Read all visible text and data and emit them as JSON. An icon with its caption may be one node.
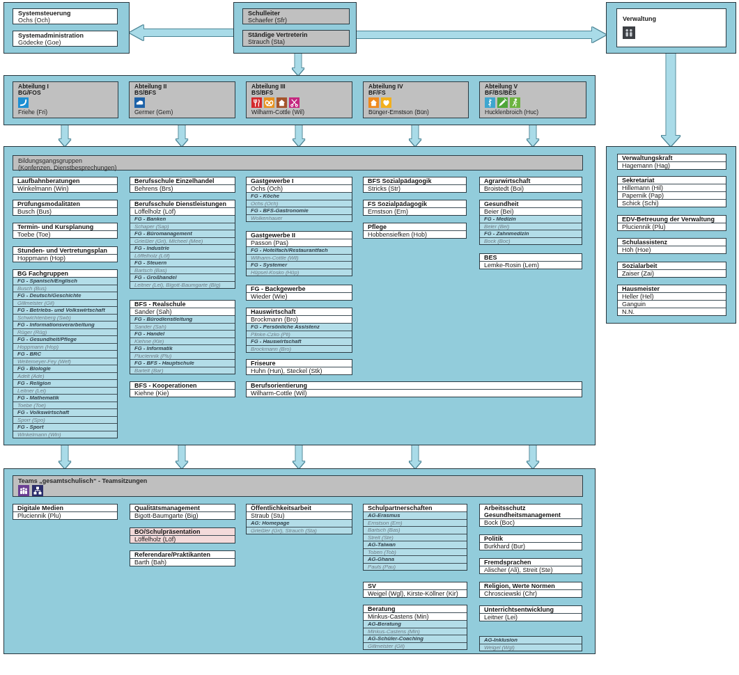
{
  "diagram": {
    "nodes": [
      {
        "text": [],
        "shape": "box"
      },
      {
        "text": [
          "Systemsteuerung",
          "Ochs (Och)"
        ],
        "in": 0
      },
      {
        "text": [
          "Systemadministration",
          "Gödecke (Goe)"
        ],
        "in": 0
      },
      {
        "text": [],
        "shape": "box"
      },
      {
        "text": [
          "Schulleiter",
          "Schaefer (Sfr)"
        ],
        "in": 3
      },
      {
        "text": [
          "Ständige Vertreterin",
          "Strauch (Sta)"
        ],
        "in": 3
      },
      {
        "text": [],
        "shape": "box"
      },
      {
        "text": [
          "Verwaltung"
        ],
        "in": 6
      },
      {
        "text": [],
        "shape": "box"
      },
      {
        "text": [
          "Abteilung I",
          "BG/FOS",
          "Friehe (Fri)"
        ],
        "in": 8
      },
      {
        "text": [
          "Abteilung II",
          "BS/BFS",
          "Germer (Gem)"
        ],
        "in": 8
      },
      {
        "text": [
          "Abteilung III",
          "BS/BFS",
          "Wilharm-Cottle (Wil)"
        ],
        "in": 8
      },
      {
        "text": [
          "Abteilung IV",
          "BF/FS",
          "Bünger-Ernstson (Bün)"
        ],
        "in": 8
      },
      {
        "text": [
          "Abteilung V",
          "BF/BS/BES",
          "Hucklenbroich (Huc)"
        ],
        "in": 8
      },
      {
        "text": [],
        "shape": "box"
      },
      {
        "text": [
          "Bildungsgangsgruppen",
          "(Konfenzen, Dienstbesprechungen)"
        ],
        "in": 14
      },
      {
        "text": [
          "Laufbahnberatungen",
          "Winkelmann (Win)"
        ],
        "in": 14
      },
      {
        "text": [
          "Prüfungsmodalitäten",
          "Busch (Bus)"
        ],
        "in": 14
      },
      {
        "text": [
          "Termin- und Kursplanung",
          "Toebe (Toe)"
        ],
        "in": 14
      },
      {
        "text": [
          "Stunden- und Vertretungsplan",
          "Hoppmann (Hop)"
        ],
        "in": 14
      },
      {
        "text": [
          "BG Fachgruppen"
        ],
        "in": 14
      },
      {
        "text": [
          "FG - Spanisch/Englisch",
          "Busch (Bus)"
        ],
        "in": 20
      },
      {
        "text": [
          "FG - Deutsch/Geschichte",
          "Gillmeister (Gil)"
        ],
        "in": 20
      },
      {
        "text": [
          "FG - Betriebs- und Volkswirtschaft",
          "Schwichtenberg (Swb)"
        ],
        "in": 20
      },
      {
        "text": [
          "FG - Informationsverarbeitung",
          "Rüger (Rüg)"
        ],
        "in": 20
      },
      {
        "text": [
          "FG - Gesundheit/Pflege",
          "Hoppmann (Hop)"
        ],
        "in": 20
      },
      {
        "text": [
          "FG - BRC",
          "Weitemeyer-Fey (Wef)"
        ],
        "in": 20
      },
      {
        "text": [
          "FG - Biologie",
          "Adelt (Ade)"
        ],
        "in": 20
      },
      {
        "text": [
          "FG - Religion",
          "Leitner (Lei)"
        ],
        "in": 20
      },
      {
        "text": [
          "FG - Mathematik",
          "Toebe (Toe)"
        ],
        "in": 20
      },
      {
        "text": [
          "FG - Volkswirtschaft",
          "Sporr (Spo)"
        ],
        "in": 20
      },
      {
        "text": [
          "FG - Sport",
          "Winkelmann (Win)"
        ],
        "in": 20
      },
      {
        "text": [
          "Berufsschule Einzelhandel",
          "Behrens (Brs)"
        ],
        "in": 14
      },
      {
        "text": [
          "Berufsschule Dienstleistungen",
          "Löffelholz (Löf)"
        ],
        "in": 14
      },
      {
        "text": [
          "FG - Banken",
          "Schaper (Sap)"
        ],
        "in": 33
      },
      {
        "text": [
          "FG - Büromanagement",
          "Grießler (Gri), Micheel (Mee)"
        ],
        "in": 33
      },
      {
        "text": [
          "FG - Industrie",
          "Löffelholz (Löf)"
        ],
        "in": 33
      },
      {
        "text": [
          "FG - Steuern",
          "Bartsch (Bas)"
        ],
        "in": 33
      },
      {
        "text": [
          "FG - Großhandel",
          "Leitner (Lei), Bigott-Baumgarte (Big)"
        ],
        "in": 33
      },
      {
        "text": [
          "BFS - Realschule",
          "Sander (Sah)"
        ],
        "in": 14
      },
      {
        "text": [
          "FG - Bürodienstleitung",
          "Sander (Sah)"
        ],
        "in": 39
      },
      {
        "text": [
          "FG - Handel",
          "Kiehne (Kie)"
        ],
        "in": 39
      },
      {
        "text": [
          "FG - Informatik",
          "Pluciennik (Plu)"
        ],
        "in": 39
      },
      {
        "text": [
          "FG - BFS - Hauptschule",
          "Bartelt (Bar)"
        ],
        "in": 39
      },
      {
        "text": [
          "BFS - Kooperationen",
          "Kiehne (Kie)"
        ],
        "in": 14
      },
      {
        "text": [
          "Gastgewerbe I",
          "Ochs (Och)"
        ],
        "in": 14
      },
      {
        "text": [
          "FG - Köche",
          "Ochs (Och)"
        ],
        "in": 45
      },
      {
        "text": [
          "FG - BFS-Gastronomie",
          "Wolkenhauer"
        ],
        "in": 45
      },
      {
        "text": [
          "Gastgewerbe II",
          "Passon (Pas)"
        ],
        "in": 14
      },
      {
        "text": [
          "FG - Hotelfach/Restaurantfach",
          "Wilharm-Cottle (Wil)"
        ],
        "in": 48
      },
      {
        "text": [
          "FG - Systemer",
          "Hüpsel-Kosko (Hüp)"
        ],
        "in": 48
      },
      {
        "text": [
          "FG - Backgewerbe",
          "Wieder (Wie)"
        ],
        "in": 14
      },
      {
        "text": [
          "Hauswirtschaft",
          "Brockmann (Bro)"
        ],
        "in": 14
      },
      {
        "text": [
          "FG - Persönliche Assistenz",
          "Plinke-Czko (Pli)"
        ],
        "in": 52
      },
      {
        "text": [
          "FG - Hauswirtschaft",
          "Brockmann (Bro)"
        ],
        "in": 52
      },
      {
        "text": [
          "Friseure",
          "Huhn (Hun), Steckel (Stk)"
        ],
        "in": 14
      },
      {
        "text": [
          "BFS Sozialpädagogik",
          "Stricks (Str)"
        ],
        "in": 14
      },
      {
        "text": [
          "FS Sozialpädagogik",
          "Ernstson (Ern)"
        ],
        "in": 14
      },
      {
        "text": [
          "Pflege",
          "Hobbensiefken (Hob)"
        ],
        "in": 14
      },
      {
        "text": [
          "Agrarwirtschaft",
          "Broistedt (Boi)"
        ],
        "in": 14
      },
      {
        "text": [
          "Gesundheit",
          "Beier (Bei)"
        ],
        "in": 14
      },
      {
        "text": [
          "FG - Medizin",
          "Beier (Bei)"
        ],
        "in": 60
      },
      {
        "text": [
          "FG - Zahnmedizin",
          "Bock (Boc)"
        ],
        "in": 60
      },
      {
        "text": [
          "BES",
          "Lemke-Rosin (Lem)"
        ],
        "in": 14
      },
      {
        "text": [
          "Berufsorientierung",
          "Wilharm-Cottle (Wil)"
        ],
        "in": 14
      },
      {
        "text": [],
        "shape": "box"
      },
      {
        "text": [
          "Verwaltungskraft",
          "Hagemann (Hag)"
        ],
        "in": 65
      },
      {
        "text": [
          "Sekretariat",
          "Hillemann (Hil)",
          "Papernik (Pap)",
          "Schick (Schi)"
        ],
        "in": 65
      },
      {
        "text": [
          "EDV-Betreuung der Verwaltung",
          "Pluciennik (Plu)"
        ],
        "in": 65
      },
      {
        "text": [
          "Schulassistenz",
          "Höh (Hoe)"
        ],
        "in": 65
      },
      {
        "text": [
          "Sozialarbeit",
          "Zaiser (Zai)"
        ],
        "in": 65
      },
      {
        "text": [
          "Hausmeister",
          "Heller (Hel)",
          "Ganguin",
          "N.N."
        ],
        "in": 65
      },
      {
        "text": [],
        "shape": "box"
      },
      {
        "text": [
          "Teams „gesamtschulisch“ - Teamsitzungen"
        ],
        "in": 72
      },
      {
        "text": [
          "Digitale Medien",
          "Pluciennik (Plu)"
        ],
        "in": 72
      },
      {
        "text": [
          "Qualitätsmanagement",
          "Bigott-Baumgarte (Big)"
        ],
        "in": 72
      },
      {
        "text": [
          "BO/Schulpräsentation",
          "Löffelholz (Löf)"
        ],
        "in": 72
      },
      {
        "text": [
          "Referendare/Praktikanten",
          "Barth (Bah)"
        ],
        "in": 72
      },
      {
        "text": [
          "Öffentlichkeitsarbeit",
          "Straub (Stu)"
        ],
        "in": 72
      },
      {
        "text": [
          "AG: Homepage",
          "Grießler (Gri), Strauch (Sta)"
        ],
        "in": 78
      },
      {
        "text": [
          "Schulpartnerschaften"
        ],
        "in": 72
      },
      {
        "text": [
          "AG-Erasmus",
          "Ernstson (Ern)",
          "Bartsch (Bas)",
          "Streit (Ste)"
        ],
        "in": 80
      },
      {
        "text": [
          "AG-Taiwan",
          "Toben (Tob)"
        ],
        "in": 80
      },
      {
        "text": [
          "AG-Ghana",
          "Pauls (Pau)"
        ],
        "in": 80
      },
      {
        "text": [
          "SV",
          "Weigel (Wgl), Kirste-Köllner (Kir)"
        ],
        "in": 72
      },
      {
        "text": [
          "Beratung",
          "Minkus-Castens (Min)"
        ],
        "in": 72
      },
      {
        "text": [
          "AG-Beratung",
          "Minkus-Castens (Min)"
        ],
        "in": 85
      },
      {
        "text": [
          "AG-Schüler-Coaching",
          "Gillmeister (Gil)"
        ],
        "in": 85
      },
      {
        "text": [
          "Arbeitsschutz Gesundheitsmanagement",
          "Bock (Boc)"
        ],
        "in": 72
      },
      {
        "text": [
          "Politik",
          "Burkhard (Bur)"
        ],
        "in": 72
      },
      {
        "text": [
          "Fremdsprachen",
          "Alischer (Ali), Streit (Ste)"
        ],
        "in": 72
      },
      {
        "text": [
          "Religion, Werte Normen",
          "Chrosciewski (Chr)"
        ],
        "in": 72
      },
      {
        "text": [
          "Unterrichtsentwicklung",
          "Leitner (Lei)"
        ],
        "in": 72
      },
      {
        "text": [
          "AG-Inklusion",
          "Weigel (Wgl)"
        ],
        "in": 72
      }
    ],
    "edges": [
      {
        "from": 3,
        "to": 0,
        "arrow": "to"
      },
      {
        "from": 3,
        "to": 6,
        "arrow": "to"
      },
      {
        "from": 3,
        "to": 8,
        "arrow": "to"
      },
      {
        "from": 8,
        "to": 14,
        "arrow": "to"
      },
      {
        "from": 8,
        "to": 14,
        "arrow": "to"
      },
      {
        "from": 8,
        "to": 14,
        "arrow": "to"
      },
      {
        "from": 8,
        "to": 14,
        "arrow": "to"
      },
      {
        "from": 8,
        "to": 14,
        "arrow": "to"
      },
      {
        "from": 14,
        "to": 72,
        "arrow": "to"
      },
      {
        "from": 14,
        "to": 72,
        "arrow": "to"
      },
      {
        "from": 14,
        "to": 72,
        "arrow": "to"
      },
      {
        "from": 14,
        "to": 72,
        "arrow": "to"
      },
      {
        "from": 14,
        "to": 72,
        "arrow": "to"
      },
      {
        "from": 6,
        "to": 65,
        "arrow": "to"
      }
    ]
  }
}
